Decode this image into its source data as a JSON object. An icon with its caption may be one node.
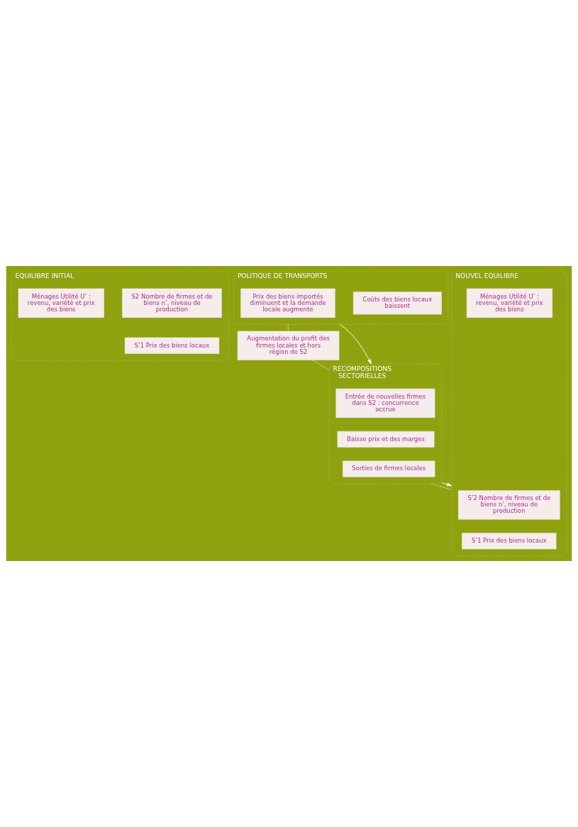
{
  "diagram": {
    "nodes": [
      {
        "text": [
          "EQUILIBRE INITIAL"
        ]
      },
      {
        "text": [
          "S2 Nombre de firmes et de biens n’, niveau de production"
        ],
        "in": 0
      },
      {
        "text": [
          "S’1 Prix des biens locaux"
        ],
        "in": 0
      },
      {
        "text": [
          "Ménages Utilité U’ : revenu, variété et prix des biens"
        ],
        "in": 0
      },
      {
        "text": [
          "POLITIQUE DE TRANSPORTS"
        ]
      },
      {
        "text": [
          "Coûts des biens locaux baissent"
        ],
        "in": 4
      },
      {
        "text": [
          "Prix des biens importés diminuent et la demande locale augmente"
        ],
        "in": 4
      },
      {
        "text": [
          "Augmentation du profit des firmes locales et hors région de S2"
        ]
      },
      {
        "text": [
          "RECOMPOSITIONS SECTORIELLES"
        ]
      },
      {
        "text": [
          "Entrée de nouvelles firmes dans S2 : concurrence accrue"
        ],
        "in": 8
      },
      {
        "text": [
          "Baisse prix et des marges"
        ],
        "in": 8
      },
      {
        "text": [
          "Sorties de firmes locales"
        ],
        "in": 8
      },
      {
        "text": [
          "NOUVEL EQUILIBRE"
        ]
      },
      {
        "text": [
          "S’2 Nombre de firmes et de biens n’, niveau de production"
        ],
        "in": 12
      },
      {
        "text": [
          "S’1 Prix des biens locaux"
        ],
        "in": 12
      },
      {
        "text": [
          "Ménages Utilité U’ : revenu, variété et prix des biens"
        ],
        "in": 12
      }
    ],
    "edges": [
      {
        "from": 4,
        "to": 7,
        "arrow": "none",
        "style": "dashed"
      },
      {
        "from": 7,
        "to": 8,
        "arrow": "none",
        "style": "dashed"
      },
      {
        "from": 8,
        "to": 12,
        "arrow": "none",
        "style": "dashed"
      },
      {
        "from": 4,
        "to": 8,
        "arrow": "to"
      },
      {
        "from": 8,
        "to": 12,
        "arrow": "to"
      }
    ]
  }
}
